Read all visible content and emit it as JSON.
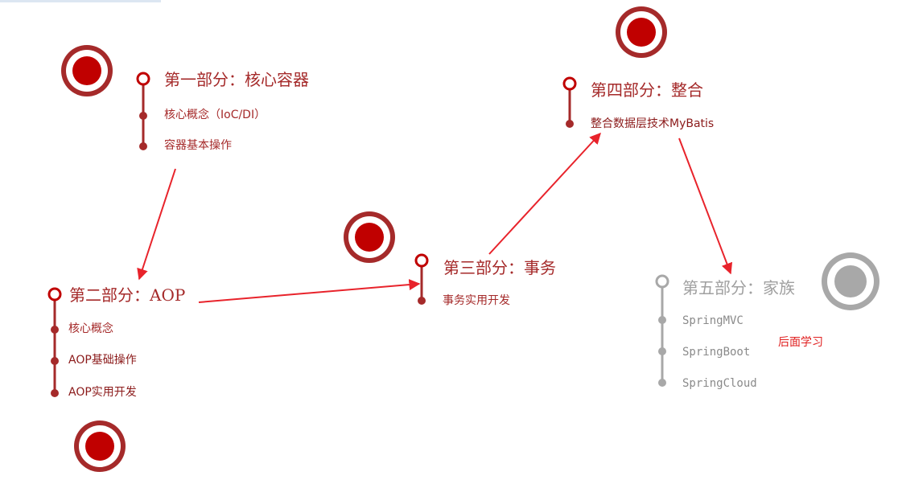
{
  "colors": {
    "accent_red": "#c00000",
    "ring_dark": "#a52a2a",
    "text_red": "#a52a2a",
    "arrow_red": "#e8232b",
    "gray": "#a8a8a8",
    "note_red": "#e02020"
  },
  "parts": [
    {
      "title": "第一部分：核心容器",
      "items": [
        "核心概念（IoC/DI）",
        "容器基本操作"
      ]
    },
    {
      "title": "第二部分：AOP",
      "items": [
        "核心概念",
        "AOP基础操作",
        "AOP实用开发"
      ]
    },
    {
      "title": "第三部分：事务",
      "items": [
        "事务实用开发"
      ]
    },
    {
      "title": "第四部分：整合",
      "items": [
        "整合数据层技术MyBatis"
      ]
    },
    {
      "title": "第五部分：家族",
      "items": [
        "SpringMVC",
        "SpringBoot",
        "SpringCloud"
      ]
    }
  ],
  "note": "后面学习",
  "icons": {
    "target": "bullseye-icon",
    "node": "ring-node-icon",
    "bullet": "dot-bullet-icon",
    "arrow": "arrow-icon"
  }
}
